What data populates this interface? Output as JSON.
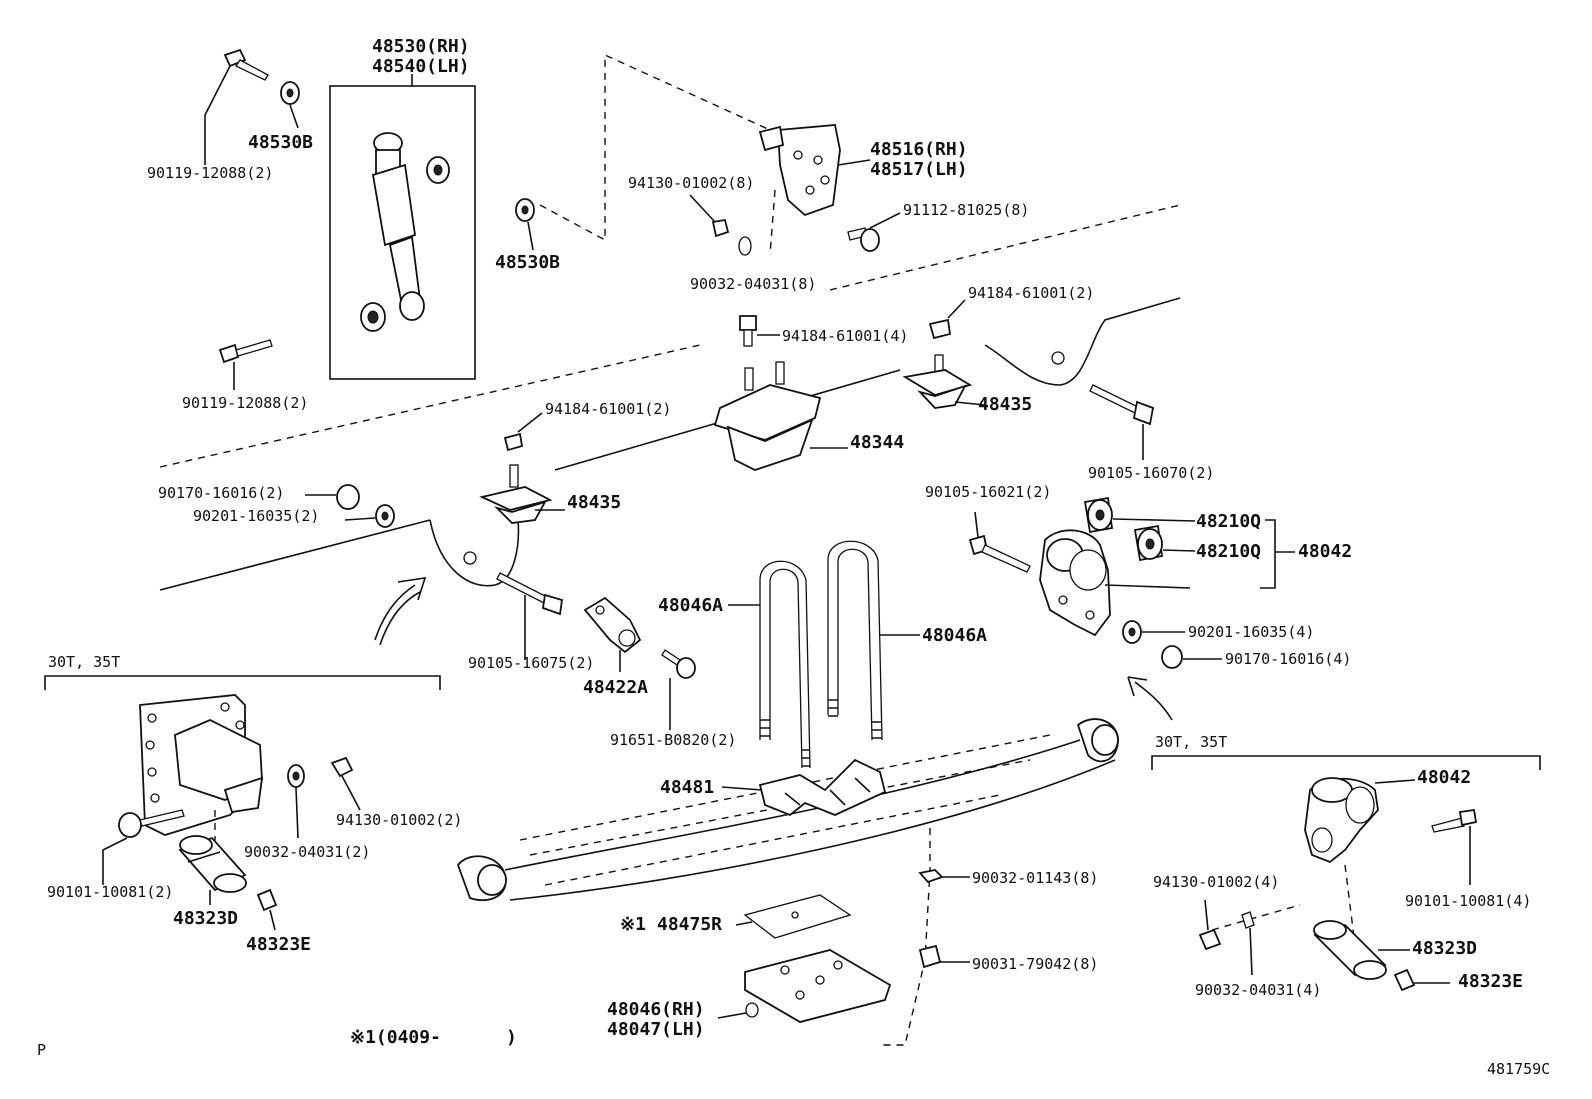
{
  "labels": {
    "shock_rh": "48530(RH)",
    "shock_lh": "48540(LH)",
    "bushing_top": "48530B",
    "bushing_mid": "48530B",
    "bolt_shock_top": "90119-12088(2)",
    "bolt_shock_bottom": "90119-12088(2)",
    "bracket_rh": "48516(RH)",
    "bracket_lh": "48517(LH)",
    "nut_bracket": "94130-01002(8)",
    "bolt_bracket": "91112-81025(8)",
    "washer_bracket": "90032-04031(8)",
    "nut_bumper_right": "94184-61001(2)",
    "bolt_bumper_center": "94184-61001(4)",
    "nut_bumper_left": "94184-61001(2)",
    "bumper_right": "48435",
    "bumper_center": "48344",
    "bumper_left": "48435",
    "bolt_frame_right": "90105-16070(2)",
    "nut_shackle_left": "90170-16016(2)",
    "washer_shackle_left": "90201-16035(2)",
    "bolt_shackle_bushing": "90105-16021(2)",
    "bushing_a": "48210Q",
    "bushing_b": "48210Q",
    "shackle_main": "48042",
    "washer_shackle_right": "90201-16035(4)",
    "nut_shackle_right": "90170-16016(4)",
    "ubolt_left": "48046A",
    "ubolt_right": "48046A",
    "bolt_frame_left": "90105-16075(2)",
    "bracket_small": "48422A",
    "bolt_small": "91651-B0820(2)",
    "seat_spring": "48481",
    "section_left_title": "30T, 35T",
    "section_right_title": "30T, 35T",
    "washer_hanger": "90032-04031(2)",
    "nut_hanger": "94130-01002(2)",
    "bolt_hanger": "90101-10081(2)",
    "pin_left": "48323D",
    "grease_left": "48323E",
    "washer_ubolt": "90032-01143(8)",
    "nut_ubolt": "90031-79042(8)",
    "plate_note_mark": "※1",
    "plate": "48475R",
    "seat_rh": "48046(RH)",
    "seat_lh": "48047(LH)",
    "shackle_alt": "48042",
    "nut_shackle_alt": "94130-01002(4)",
    "bolt_shackle_alt": "90101-10081(4)",
    "pin_right": "48323D",
    "grease_right": "48323E",
    "washer_shackle_alt": "90032-04031(4)",
    "footnote": "※1(0409-      )",
    "corner_p": "P",
    "figure_id": "481759C"
  }
}
